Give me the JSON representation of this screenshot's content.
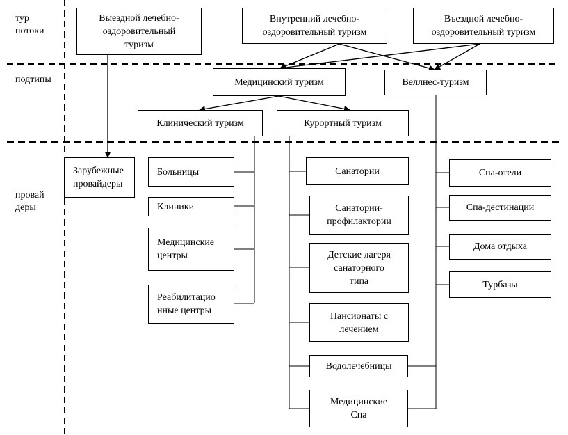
{
  "row_labels": {
    "flows": "тур\nпотоки",
    "subtypes": "подтипы",
    "providers": "провай\nдеры"
  },
  "flows": {
    "outbound": "Выездной лечебно-\nоздоровительный\nтуризм",
    "domestic": "Внутренний лечебно-\nоздоровительный туризм",
    "inbound": "Въездной лечебно-\nоздоровительный туризм"
  },
  "subtypes": {
    "medical": "Медицинский туризм",
    "wellness": "Веллнес-туризм",
    "clinical": "Клинический туризм",
    "resort": "Курортный туризм"
  },
  "providers": {
    "foreign": "Зарубежные\nпровайдеры",
    "clinical": [
      "Больницы",
      "Клиники",
      "Медицинские\nцентры",
      "Реабилитацио\nнные центры"
    ],
    "resort": [
      "Санатории",
      "Санатории-\nпрофилактории",
      "Детские лагеря\nсанаторного\nтипа",
      "Пансионаты с\nлечением",
      "Водолечебницы",
      "Медицинские\nСпа"
    ],
    "wellness": [
      "Спа-отели",
      "Спа-дестинации",
      "Дома отдыха",
      "Турбазы"
    ]
  }
}
